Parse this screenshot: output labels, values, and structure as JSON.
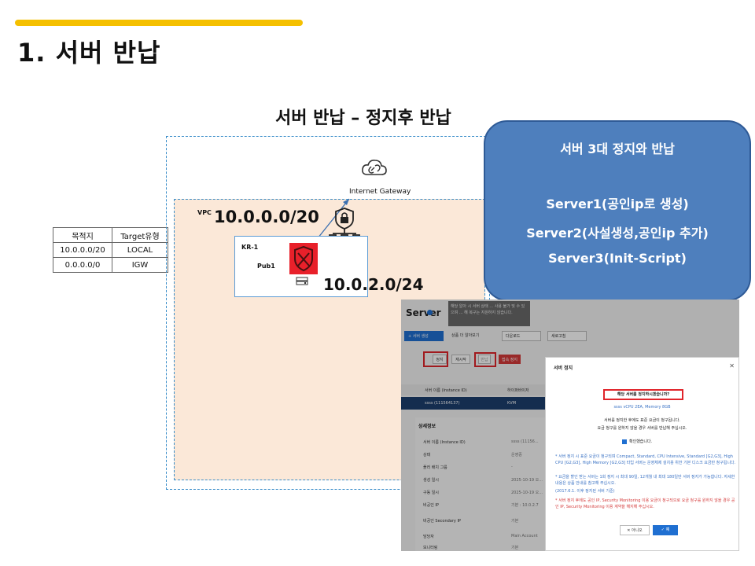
{
  "page": {
    "title": "1. 서버 반납",
    "subtitle": "서버 반납 – 정지후 반납"
  },
  "diagram": {
    "igw_label": "Internet Gateway",
    "vpc_label": "VPC",
    "vpc_cidr": "10.0.0.0/20",
    "zone_label": "KR-1",
    "subnet_label": "Pub1",
    "subnet_cidr": "10.0.2.0/24",
    "route_table": {
      "headers": [
        "목적지",
        "Target유형"
      ],
      "rows": [
        [
          "10.0.0.0/20",
          "LOCAL"
        ],
        [
          "0.0.0.0/0",
          "IGW"
        ]
      ]
    },
    "icons": [
      "cloud-link-icon",
      "lock-network-icon",
      "shield-icon",
      "server-icon"
    ]
  },
  "callout": {
    "title": "서버 3대 정지와 반납",
    "lines": [
      "Server1(공인ip로 생성)",
      "Server2(사설생성,공인ip 추가)",
      "Server3(Init-Script)"
    ]
  },
  "screenshot": {
    "page_title": "Server",
    "tooltip": "해당 알아 시 서버 상태 ... 사용 불가 및 수 있으며 ... 해 복구는 지원하지 않습니다.",
    "toolbar": {
      "create": "+ 서버 생성",
      "more": "상품 더 알아보기",
      "download": "다운로드",
      "refresh": "새로고침"
    },
    "actions": [
      "정지",
      "재시작",
      "반납",
      "접속 정지"
    ],
    "grid_headers": [
      "서버 이름 (Instance ID)",
      "하이퍼바이저"
    ],
    "grid_row": {
      "name": "ssss (111564137)",
      "hypervisor": "KVM"
    },
    "detail_title": "상세정보",
    "detail_rows": [
      {
        "k": "서버 이름 (Instance ID)",
        "v": "ssss (11156..."
      },
      {
        "k": "상태",
        "v": "운영중"
      },
      {
        "k": "플러 배치 그룹",
        "v": "-"
      },
      {
        "k": "생성 일시",
        "v": "2025-10-19 오..."
      },
      {
        "k": "구동 일시",
        "v": "2025-10-19 오..."
      },
      {
        "k": "비공인 IP",
        "v": "기본 : 10.0.2.7"
      },
      {
        "k": "비공인 Secondary IP",
        "v": "기본"
      },
      {
        "k": "담당자",
        "v": "Main Account"
      },
      {
        "k": "모니터링",
        "v": "기본"
      }
    ],
    "dialog": {
      "title": "서버 정지",
      "question": "해당 서버를 정지하시겠습니까?",
      "server_spec": "ssss vCPU 2EA, Memory 8GB",
      "desc1": "서버를 정지한 후에도 표준 요금이 청구됩니다.",
      "desc2": "요금 청구를 원하지 않을 경우 서버를 반납해 주십시오.",
      "confirm": "확인했습니다.",
      "notes": [
        "* 서버 정지 시 표준 요금이 청구되며 Compact, Standard, CPU Intensive, Standard [G2,G3], High CPU [G2,G3], High Memory [G2,G3] 타입 서버는 운영체제 설치용 위한 기본 디스크 요금만 청구됩니다.",
        "* 요금을 할인 받는 서버는 1회 정지 시 최대 90일, 12개월 내 최대 180일만 서버 정지가 가능합니다. 자세한 내용은 상품 안내를 참고해 주십시오.",
        "(2017.6.1. 이후 정지된 서버 기준)"
      ],
      "warning": "* 서버 정지 후에도 공인 IP, Security Monitoring 이용 요금이 청구되므로 요금 청구를 원하지 않을 경우 공인 IP, Security Monitoring 이용 계약을 해지해 주십시오.",
      "no": "✕ 아니오",
      "yes": "✓ 예"
    }
  },
  "colors": {
    "accent": "#f5c000",
    "vpc_border": "#3a8dc9",
    "vpc_fill": "#fbe8d8",
    "callout": "#4e7fbd",
    "shield": "#e8202a",
    "highlight": "#e0242a",
    "primary_button": "#1f6fd1"
  }
}
